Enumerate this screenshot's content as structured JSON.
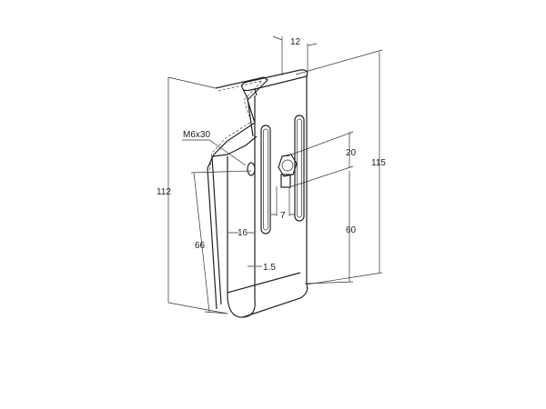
{
  "drawing": {
    "dimensions": {
      "width_top": "12",
      "overall_height": "115",
      "bolt": "M6x30",
      "slot_offset": "20",
      "back_height": "112",
      "slot_width": "7",
      "inner_gap": "16",
      "lower_height": "60",
      "taper_height": "66",
      "thickness": "1.5"
    }
  }
}
